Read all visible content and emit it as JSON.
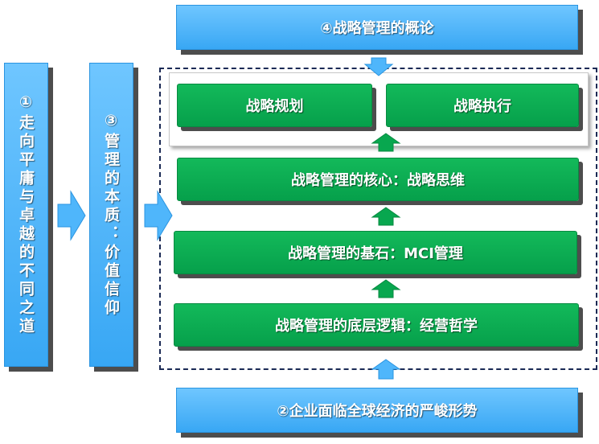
{
  "left_column_1": "①走向平庸与卓越的不同之道",
  "left_column_3": "③管理的本质：价值信仰",
  "top_box": "④战略管理的概论",
  "bottom_box": "②企业面临全球经济的严峻形势",
  "layers": {
    "planning": "战略规划",
    "execution": "战略执行",
    "core": "战略管理的核心：战略思维",
    "cornerstone": "战略管理的基石：MCI管理",
    "foundation": "战略管理的底层逻辑：经营哲学"
  },
  "colors": {
    "blue": "#4fb6fb",
    "green": "#08a74f",
    "dashed_border": "#1b2a55"
  }
}
